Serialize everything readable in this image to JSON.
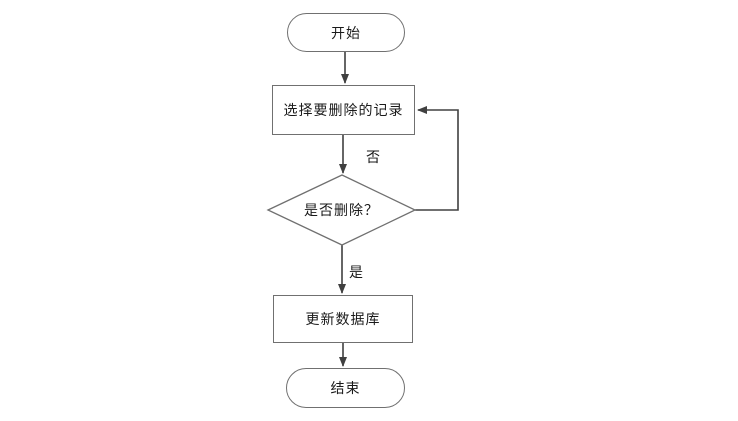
{
  "flowchart": {
    "nodes": [
      {
        "id": "start",
        "type": "terminator",
        "label": "开始"
      },
      {
        "id": "select-record",
        "type": "process",
        "label": "选择要删除的记录"
      },
      {
        "id": "confirm-delete",
        "type": "decision",
        "label": "是否删除？"
      },
      {
        "id": "update-db",
        "type": "process",
        "label": "更新数据库"
      },
      {
        "id": "end",
        "type": "terminator",
        "label": "结束"
      }
    ],
    "edges": [
      {
        "from": "start",
        "to": "select-record",
        "label": ""
      },
      {
        "from": "select-record",
        "to": "confirm-delete",
        "label": ""
      },
      {
        "from": "confirm-delete",
        "to": "select-record",
        "label": "否"
      },
      {
        "from": "confirm-delete",
        "to": "update-db",
        "label": "是"
      },
      {
        "from": "update-db",
        "to": "end",
        "label": ""
      }
    ],
    "labels": {
      "no": "否",
      "yes": "是"
    },
    "colors": {
      "connector": "#404040",
      "node_border": "#707070",
      "text": "#1a1a1a",
      "background": "#ffffff"
    }
  }
}
